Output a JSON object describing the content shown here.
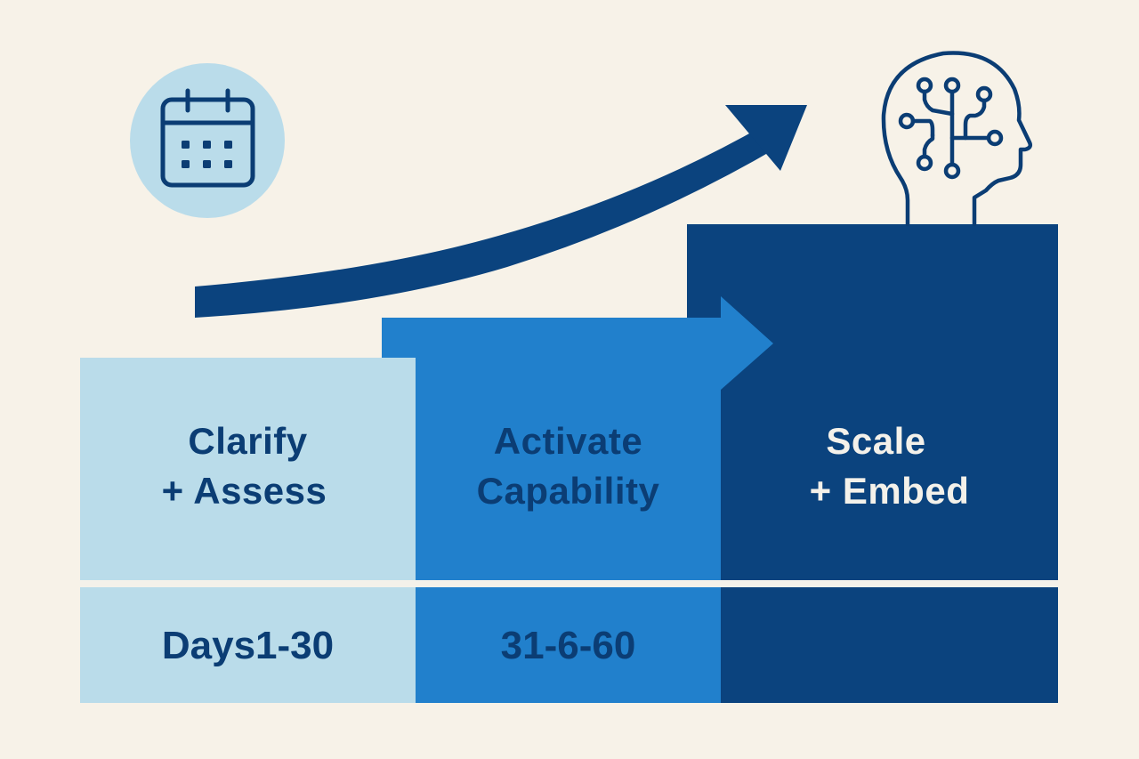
{
  "colors": {
    "background": "#f7f2e8",
    "phase1": "#badcea",
    "phase2": "#2180cc",
    "phase3": "#0b437e",
    "text_dark": "#0b3d74",
    "text_light": "#f4f1ea",
    "icon_circle": "#badcea",
    "icon_stroke": "#0b3d74"
  },
  "icons": {
    "calendar": "calendar-icon",
    "growth_arrow": "trend-arrow-icon",
    "brain": "ai-head-circuit-icon"
  },
  "phases": [
    {
      "title_line1": "Clarify",
      "title_line2": "+ Assess",
      "days": "Days1-30"
    },
    {
      "title_line1": "Activate",
      "title_line2": "Capability",
      "days": "31-6-60"
    },
    {
      "title_line1": "Scale",
      "title_line2": "+ Embed",
      "days": ""
    }
  ]
}
